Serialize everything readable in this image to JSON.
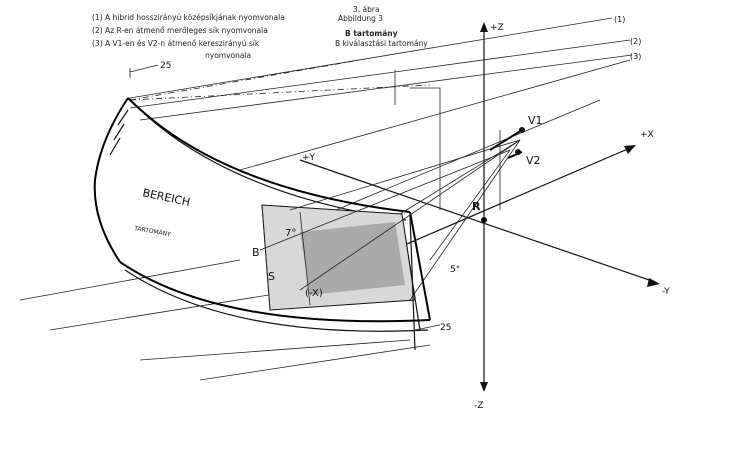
{
  "captions": {
    "line1": "(1) A hibrid hosszirányú középsíkjának nyomvonala",
    "line2": "(2) Az R-en átmenő merőleges sík nyomvonala",
    "line3": "(3) A V1-en és V2-n átmenő kereszirányú sík",
    "line3b": "nyomvonala",
    "fig_label": "3. ábra",
    "fig_label_de": "Abbildung 3",
    "area_label": "B tartomány",
    "area_label2": "B kiválasztási tartomány"
  },
  "labels": {
    "axis_z_pos": "+Z",
    "axis_z_neg": "-Z",
    "axis_x_pos": "+X",
    "axis_y_pos": "+Y",
    "axis_y_neg": "-Y",
    "point_r": "R",
    "v1": "V1",
    "v2": "V2",
    "bereich": "BEREICH",
    "tartomany": "TARTOMÁNY",
    "b": "B",
    "s": "S",
    "dim_25_top": "25",
    "dim_25_bottom": "25",
    "angle_5": "5°",
    "angle_7": "7°",
    "trace_1": "(1)",
    "trace_2": "(2)",
    "trace_3": "(3)",
    "x_neg": "(-X)"
  }
}
